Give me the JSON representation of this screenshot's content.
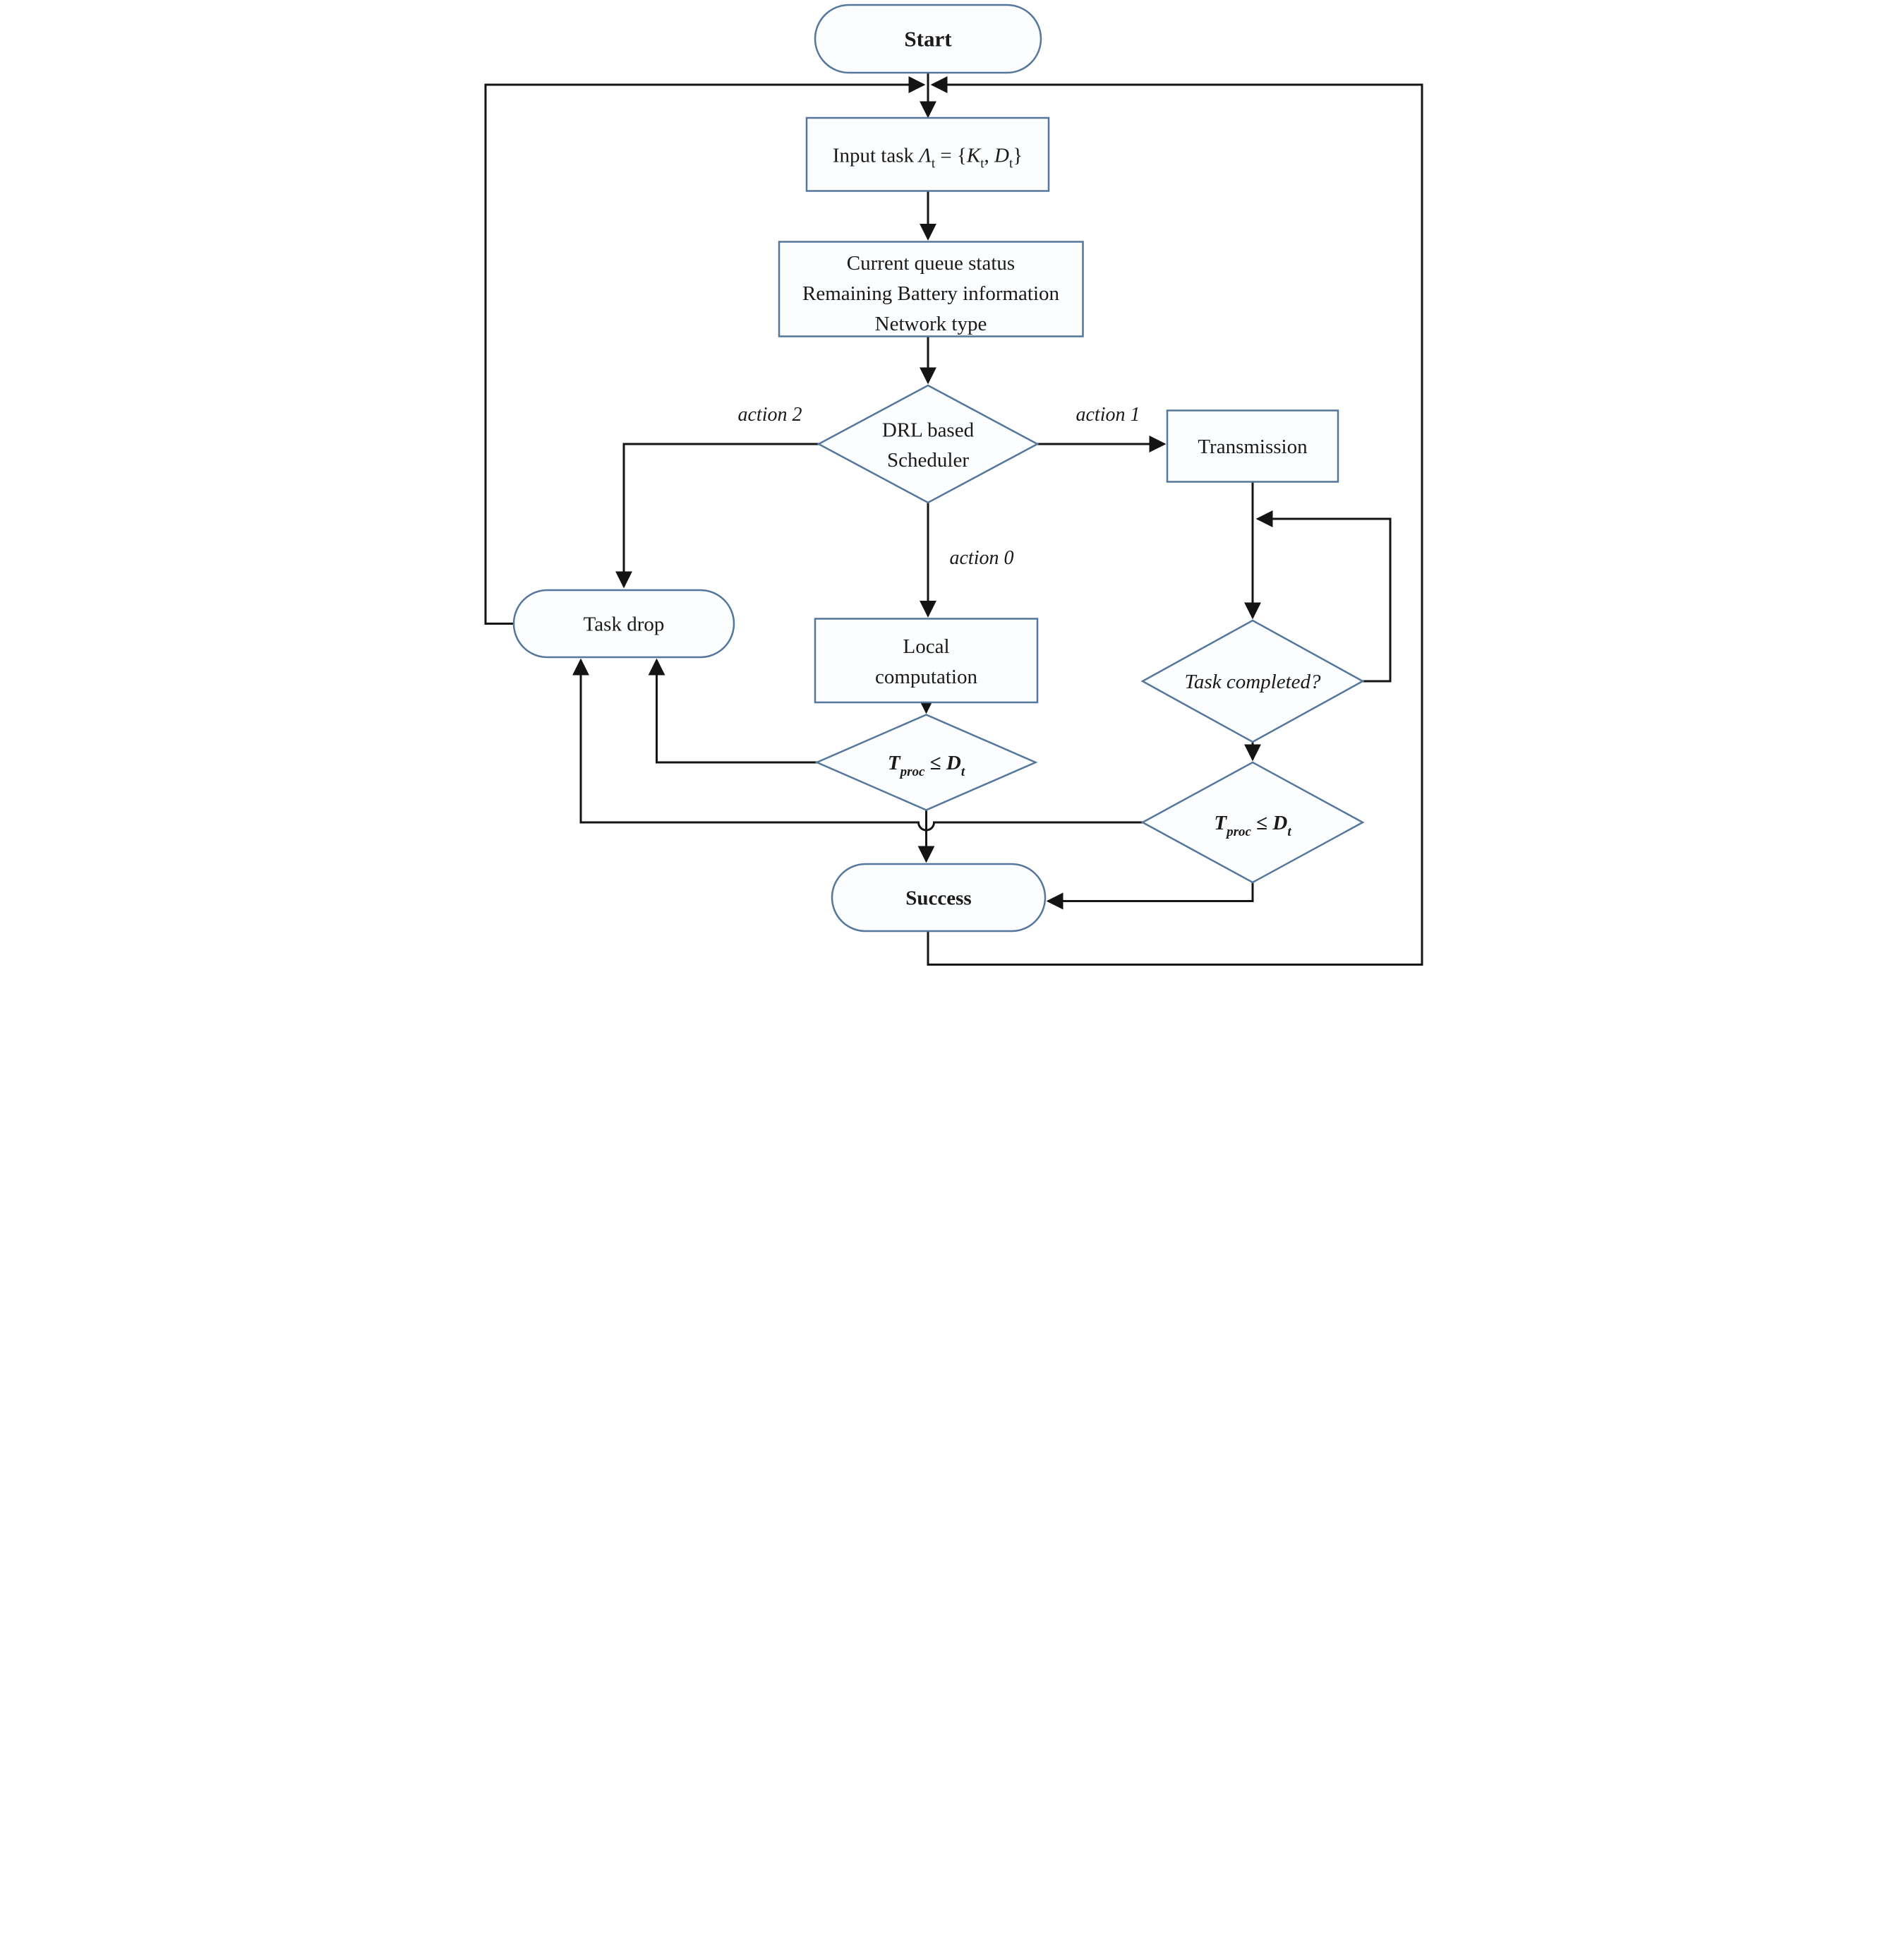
{
  "colors": {
    "shape_stroke": "#54779b",
    "fill": "#fbfdff",
    "line": "#141414",
    "text": "#1a1a1a"
  },
  "nodes": {
    "start": {
      "label": "Start"
    },
    "input_task": {
      "prefix": "Input task ",
      "lambda": "Λ",
      "lambda_sub": "t",
      "equals": " = {",
      "k": "K",
      "k_sub": "t",
      "comma": ", ",
      "d": "D",
      "d_sub": "t",
      "close": "}"
    },
    "queue_status": {
      "line1": "Current queue status",
      "line2": "Remaining Battery information",
      "line3": "Network type"
    },
    "drl_scheduler": {
      "line1": "DRL based",
      "line2": "Scheduler"
    },
    "transmission": {
      "label": "Transmission"
    },
    "local_computation": {
      "line1": "Local",
      "line2": "computation"
    },
    "task_drop": {
      "label": "Task drop"
    },
    "task_completed": {
      "label": "Task completed?"
    },
    "tproc_check": {
      "t": "T",
      "t_sub": "proc",
      "op": " ≤ ",
      "d": "D",
      "d_sub": "t"
    },
    "success": {
      "label": "Success"
    }
  },
  "edge_labels": {
    "action0": "action 0",
    "action1": "action 1",
    "action2": "action 2"
  }
}
